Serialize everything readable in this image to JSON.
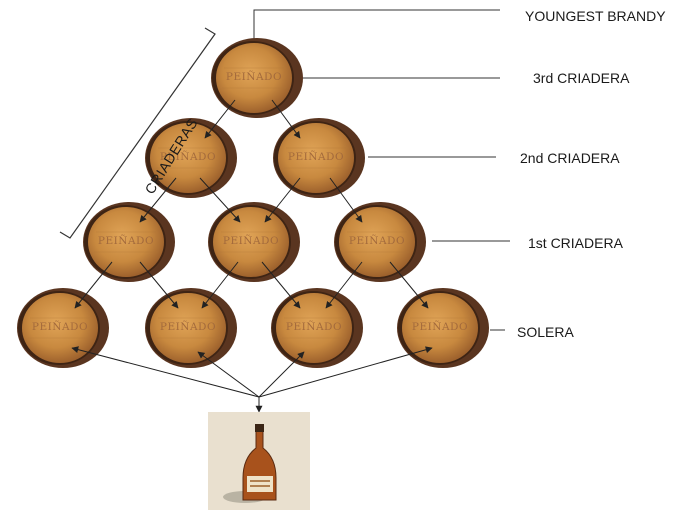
{
  "labels": {
    "youngest_brandy": "YOUNGEST BRANDY",
    "criadera_3": "3rd CRIADERA",
    "criadera_2": "2nd CRIADERA",
    "criadera_1": "1st CRIADERA",
    "solera": "SOLERA",
    "criaderas_bracket": "CRIADERAS"
  },
  "barrel_text": "PEIÑADO",
  "colors": {
    "barrel_face": "#c8893f",
    "barrel_rim": "#5a3520",
    "barrel_text": "#a36a3c",
    "lines": "#222222",
    "bottle_bg": "#e9e0cf"
  },
  "icons": [
    "barrel-icon",
    "brandy-bottle-icon"
  ]
}
